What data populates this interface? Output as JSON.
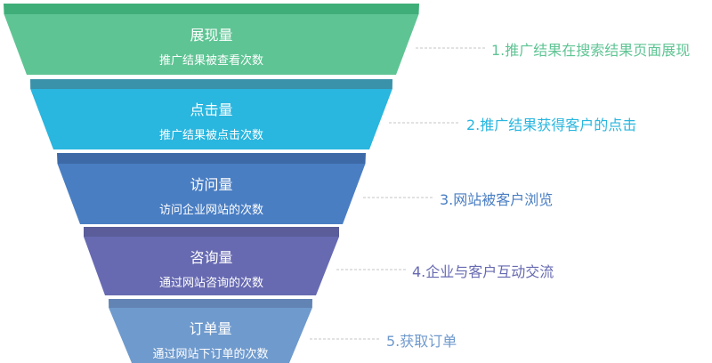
{
  "stages": [
    {
      "title": "展现量",
      "subtitle": "推广结果被查看次数",
      "label": "1.推广结果在搜索结果页面展现",
      "color": "#5fc494",
      "top_color": "#3fae78",
      "label_color": "#5fc494"
    },
    {
      "title": "点击量",
      "subtitle": "推广结果被点击次数",
      "label": "2.推广结果获得客户的点击",
      "color": "#29b6df",
      "top_color": "#3a91aa",
      "label_color": "#29b6df"
    },
    {
      "title": "访问量",
      "subtitle": "访问企业网站的次数",
      "label": "3.网站被客户浏览",
      "color": "#4a7ec3",
      "top_color": "#3d6aa7",
      "label_color": "#4a7ec3"
    },
    {
      "title": "咨询量",
      "subtitle": "通过网站咨询的次数",
      "label": "4.企业与客户互动交流",
      "color": "#676ab1",
      "top_color": "#5a5d99",
      "label_color": "#676ab1"
    },
    {
      "title": "订单量",
      "subtitle": "通过网站下订单的次数",
      "label": "5.获取订单",
      "color": "#6f9acd",
      "top_color": "#6284b4",
      "label_color": "#6f9acd"
    }
  ]
}
